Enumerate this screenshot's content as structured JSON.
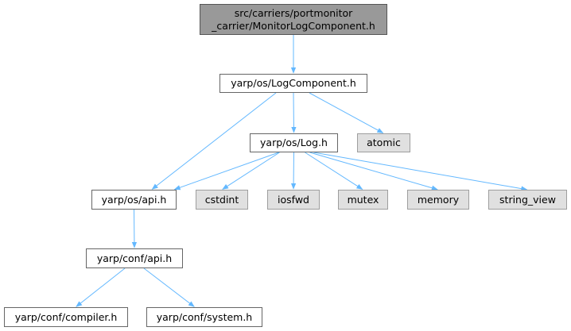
{
  "root": {
    "line1": "src/carriers/portmonitor",
    "line2": "_carrier/MonitorLogComponent.h"
  },
  "nodes": {
    "log_component": "yarp/os/LogComponent.h",
    "log": "yarp/os/Log.h",
    "atomic": "atomic",
    "os_api": "yarp/os/api.h",
    "cstdint": "cstdint",
    "iosfwd": "iosfwd",
    "mutex": "mutex",
    "memory": "memory",
    "string_view": "string_view",
    "conf_api": "yarp/conf/api.h",
    "compiler": "yarp/conf/compiler.h",
    "system": "yarp/conf/system.h"
  },
  "edges": [
    [
      "root",
      "log_component"
    ],
    [
      "log_component",
      "os_api"
    ],
    [
      "log_component",
      "log"
    ],
    [
      "log_component",
      "atomic"
    ],
    [
      "log",
      "os_api"
    ],
    [
      "log",
      "cstdint"
    ],
    [
      "log",
      "iosfwd"
    ],
    [
      "log",
      "mutex"
    ],
    [
      "log",
      "memory"
    ],
    [
      "log",
      "string_view"
    ],
    [
      "os_api",
      "conf_api"
    ],
    [
      "conf_api",
      "compiler"
    ],
    [
      "conf_api",
      "system"
    ]
  ],
  "colors": {
    "edge": "#63b8ff",
    "root_fill": "#999999",
    "system_fill": "#e0e0e0",
    "border": "#666666"
  }
}
